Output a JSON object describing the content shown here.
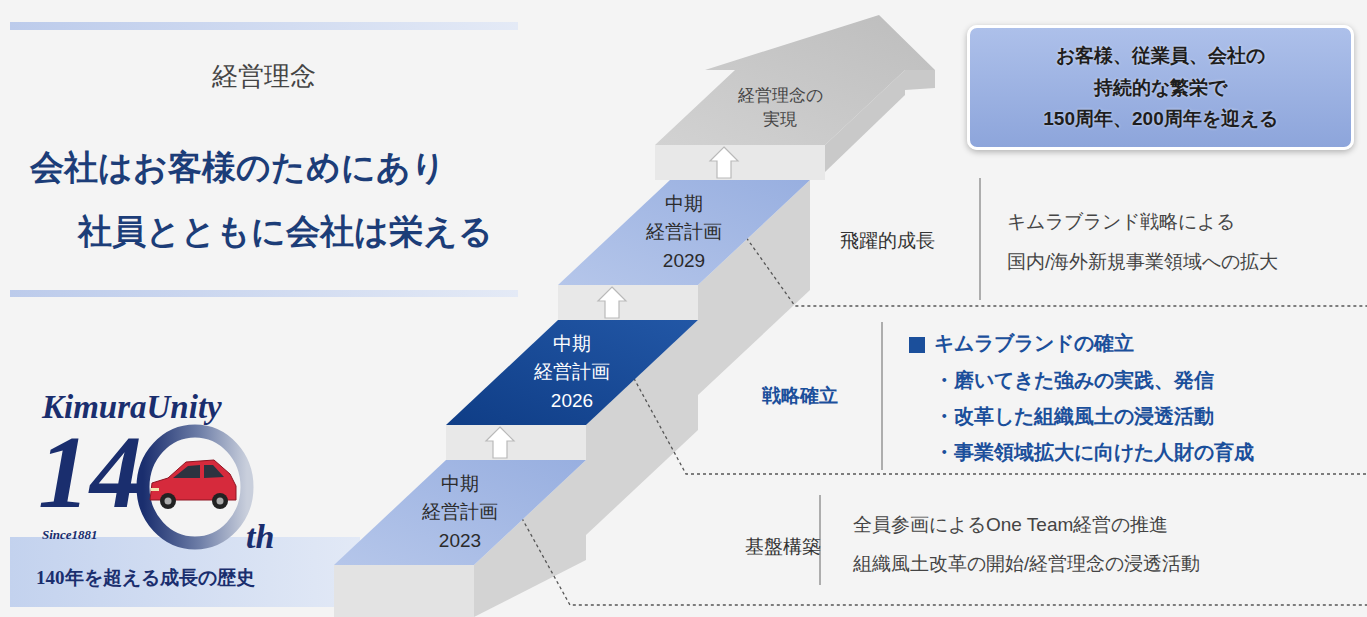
{
  "diagram": {
    "title": "経営理念",
    "nodes": [
      {
        "text": [
          "中期 経営計画 2023"
        ]
      },
      {
        "text": [
          "中期 経営計画 2026"
        ]
      },
      {
        "text": [
          "中期 経営計画 2029"
        ]
      },
      {
        "text": [
          "経営理念の 実現"
        ]
      },
      {
        "text": [
          "お客様、従業員、会社の 持続的な繁栄で 150周年、200周年を迎える"
        ]
      }
    ],
    "labels": [
      "会社はお客様のためにあり",
      "社員とともに会社は栄える",
      "飛躍的成長",
      "キムラブランド戦略による 国内/海外新規事業領域への拡大",
      "戦略確立",
      "キムラブランドの確立",
      "・磨いてきた強みの実践、発信",
      "・改革した組織風土の浸透活動",
      "・事業領域拡大に向けた人財の育成",
      "基盤構築",
      "全員参画によるOne Team経営の推進",
      "組織風土改革の開始/経営理念の浸透活動",
      "KimuraUnity",
      "14",
      "th",
      "Since1881",
      "140年を超える成長の歴史"
    ]
  }
}
